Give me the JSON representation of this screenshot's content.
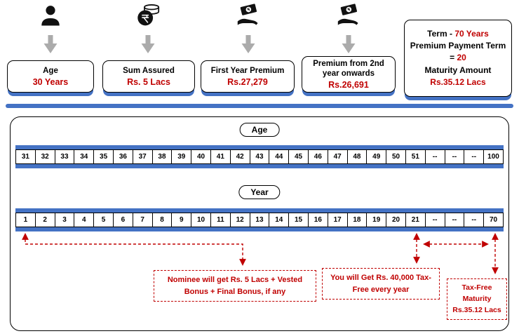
{
  "colors": {
    "accent_red": "#C00000",
    "accent_blue": "#4472C4",
    "icon_black": "#111111",
    "arrow_gray": "#ABABAB"
  },
  "cards": [
    {
      "icon": "person-icon",
      "title": "Age",
      "value": "30 Years"
    },
    {
      "icon": "rupee-coins-icon",
      "title": "Sum Assured",
      "value": "Rs. 5 Lacs"
    },
    {
      "icon": "cash-in-hand-icon",
      "title": "First Year Premium",
      "value": "Rs.27,279"
    },
    {
      "icon": "cash-in-hand-icon",
      "title": "Premium from 2nd year onwards",
      "value": "Rs.26,691"
    }
  ],
  "term_card": {
    "term_label": "Term -",
    "term_value": "70 Years",
    "ppt_label": "Premium Payment Term =",
    "ppt_value": "20",
    "maturity_label": "Maturity Amount",
    "maturity_value": "Rs.35.12 Lacs"
  },
  "timeline_panel": {
    "age_label": "Age",
    "year_label": "Year",
    "age_values": [
      "31",
      "32",
      "33",
      "34",
      "35",
      "36",
      "37",
      "38",
      "39",
      "40",
      "41",
      "42",
      "43",
      "44",
      "45",
      "46",
      "47",
      "48",
      "49",
      "50",
      "51",
      "--",
      "--",
      "--",
      "100"
    ],
    "year_values": [
      "1",
      "2",
      "3",
      "4",
      "5",
      "6",
      "7",
      "8",
      "9",
      "10",
      "11",
      "12",
      "13",
      "14",
      "15",
      "16",
      "17",
      "18",
      "19",
      "20",
      "21",
      "--",
      "--",
      "--",
      "70"
    ],
    "annotations": {
      "death_benefit": "Nominee will get Rs. 5 Lacs + Vested Bonus + Final Bonus, if any",
      "survival_benefit": "You will Get Rs. 40,000 Tax-Free every year",
      "maturity_benefit": "Tax-Free Maturity Rs.35.12 Lacs"
    }
  }
}
